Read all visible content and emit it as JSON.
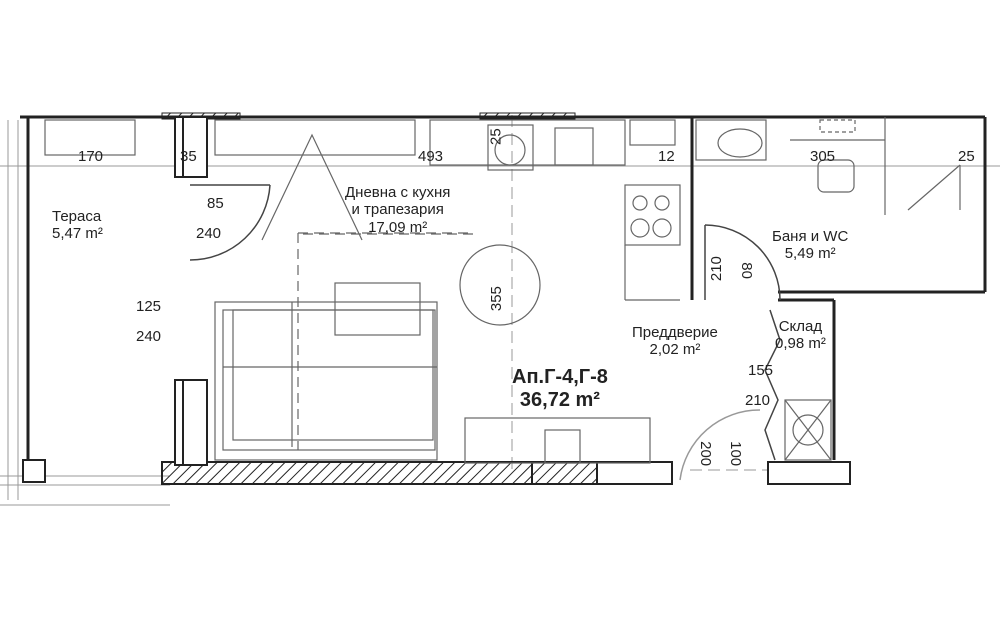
{
  "plan": {
    "apartment": {
      "code": "Ап.Г-4,Г-8",
      "area": "36,72 m²"
    },
    "rooms": [
      {
        "name": "Тераса",
        "area": "5,47 m²"
      },
      {
        "name_line1": "Дневна с кухня",
        "name_line2": "и трапезария",
        "area": "17,09 m²"
      },
      {
        "name": "Баня и WC",
        "area": "5,49 m²"
      },
      {
        "name": "Преддверие",
        "area": "2,02 m²"
      },
      {
        "name": "Склад",
        "area": "0,98 m²"
      }
    ],
    "dimensions": {
      "terrace_width": "170",
      "wall_35": "35",
      "living_width": "493",
      "d25_top": "25",
      "d12": "12",
      "bath_width": "305",
      "bath_25": "25",
      "door1_w": "85",
      "door1_h": "240",
      "window_w": "125",
      "window_h": "240",
      "depth_355": "355",
      "bath_door_h": "210",
      "bath_door_w": "80",
      "storage_door_w": "155",
      "storage_door_h": "210",
      "entry_200": "200",
      "entry_100": "100"
    },
    "colors": {
      "line": "#222222",
      "thin": "#888888",
      "bg": "#ffffff"
    }
  }
}
